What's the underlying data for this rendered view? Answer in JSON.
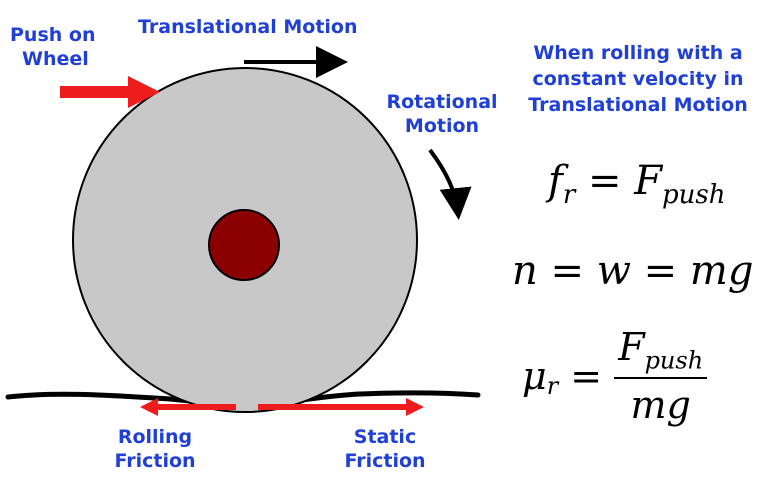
{
  "labels": {
    "push_on_wheel": [
      "Push on",
      "Wheel"
    ],
    "translational_motion": "Translational Motion",
    "rotational_motion": [
      "Rotational",
      "Motion"
    ],
    "rolling_friction": [
      "Rolling",
      "Friction"
    ],
    "static_friction": [
      "Static",
      "Friction"
    ],
    "condition": [
      "When rolling with a",
      "constant velocity in",
      "Translational Motion"
    ]
  },
  "equations": {
    "eq1": {
      "lhs": "f",
      "lhs_sub": "r",
      "op": " = ",
      "rhs": "F",
      "rhs_sub": "push"
    },
    "eq2": {
      "text": "n = w = mg"
    },
    "eq3": {
      "lhs": "μ",
      "lhs_sub": "r",
      "op": " = ",
      "num": "F",
      "num_sub": "push",
      "den": "mg"
    }
  },
  "colors": {
    "text_blue": "#1f3fd6",
    "wheel_fill": "#c8c8c8",
    "hub_fill": "#8b0000",
    "push_arrow": "#ee1c1c",
    "friction_arrow": "#ee1c1c"
  }
}
